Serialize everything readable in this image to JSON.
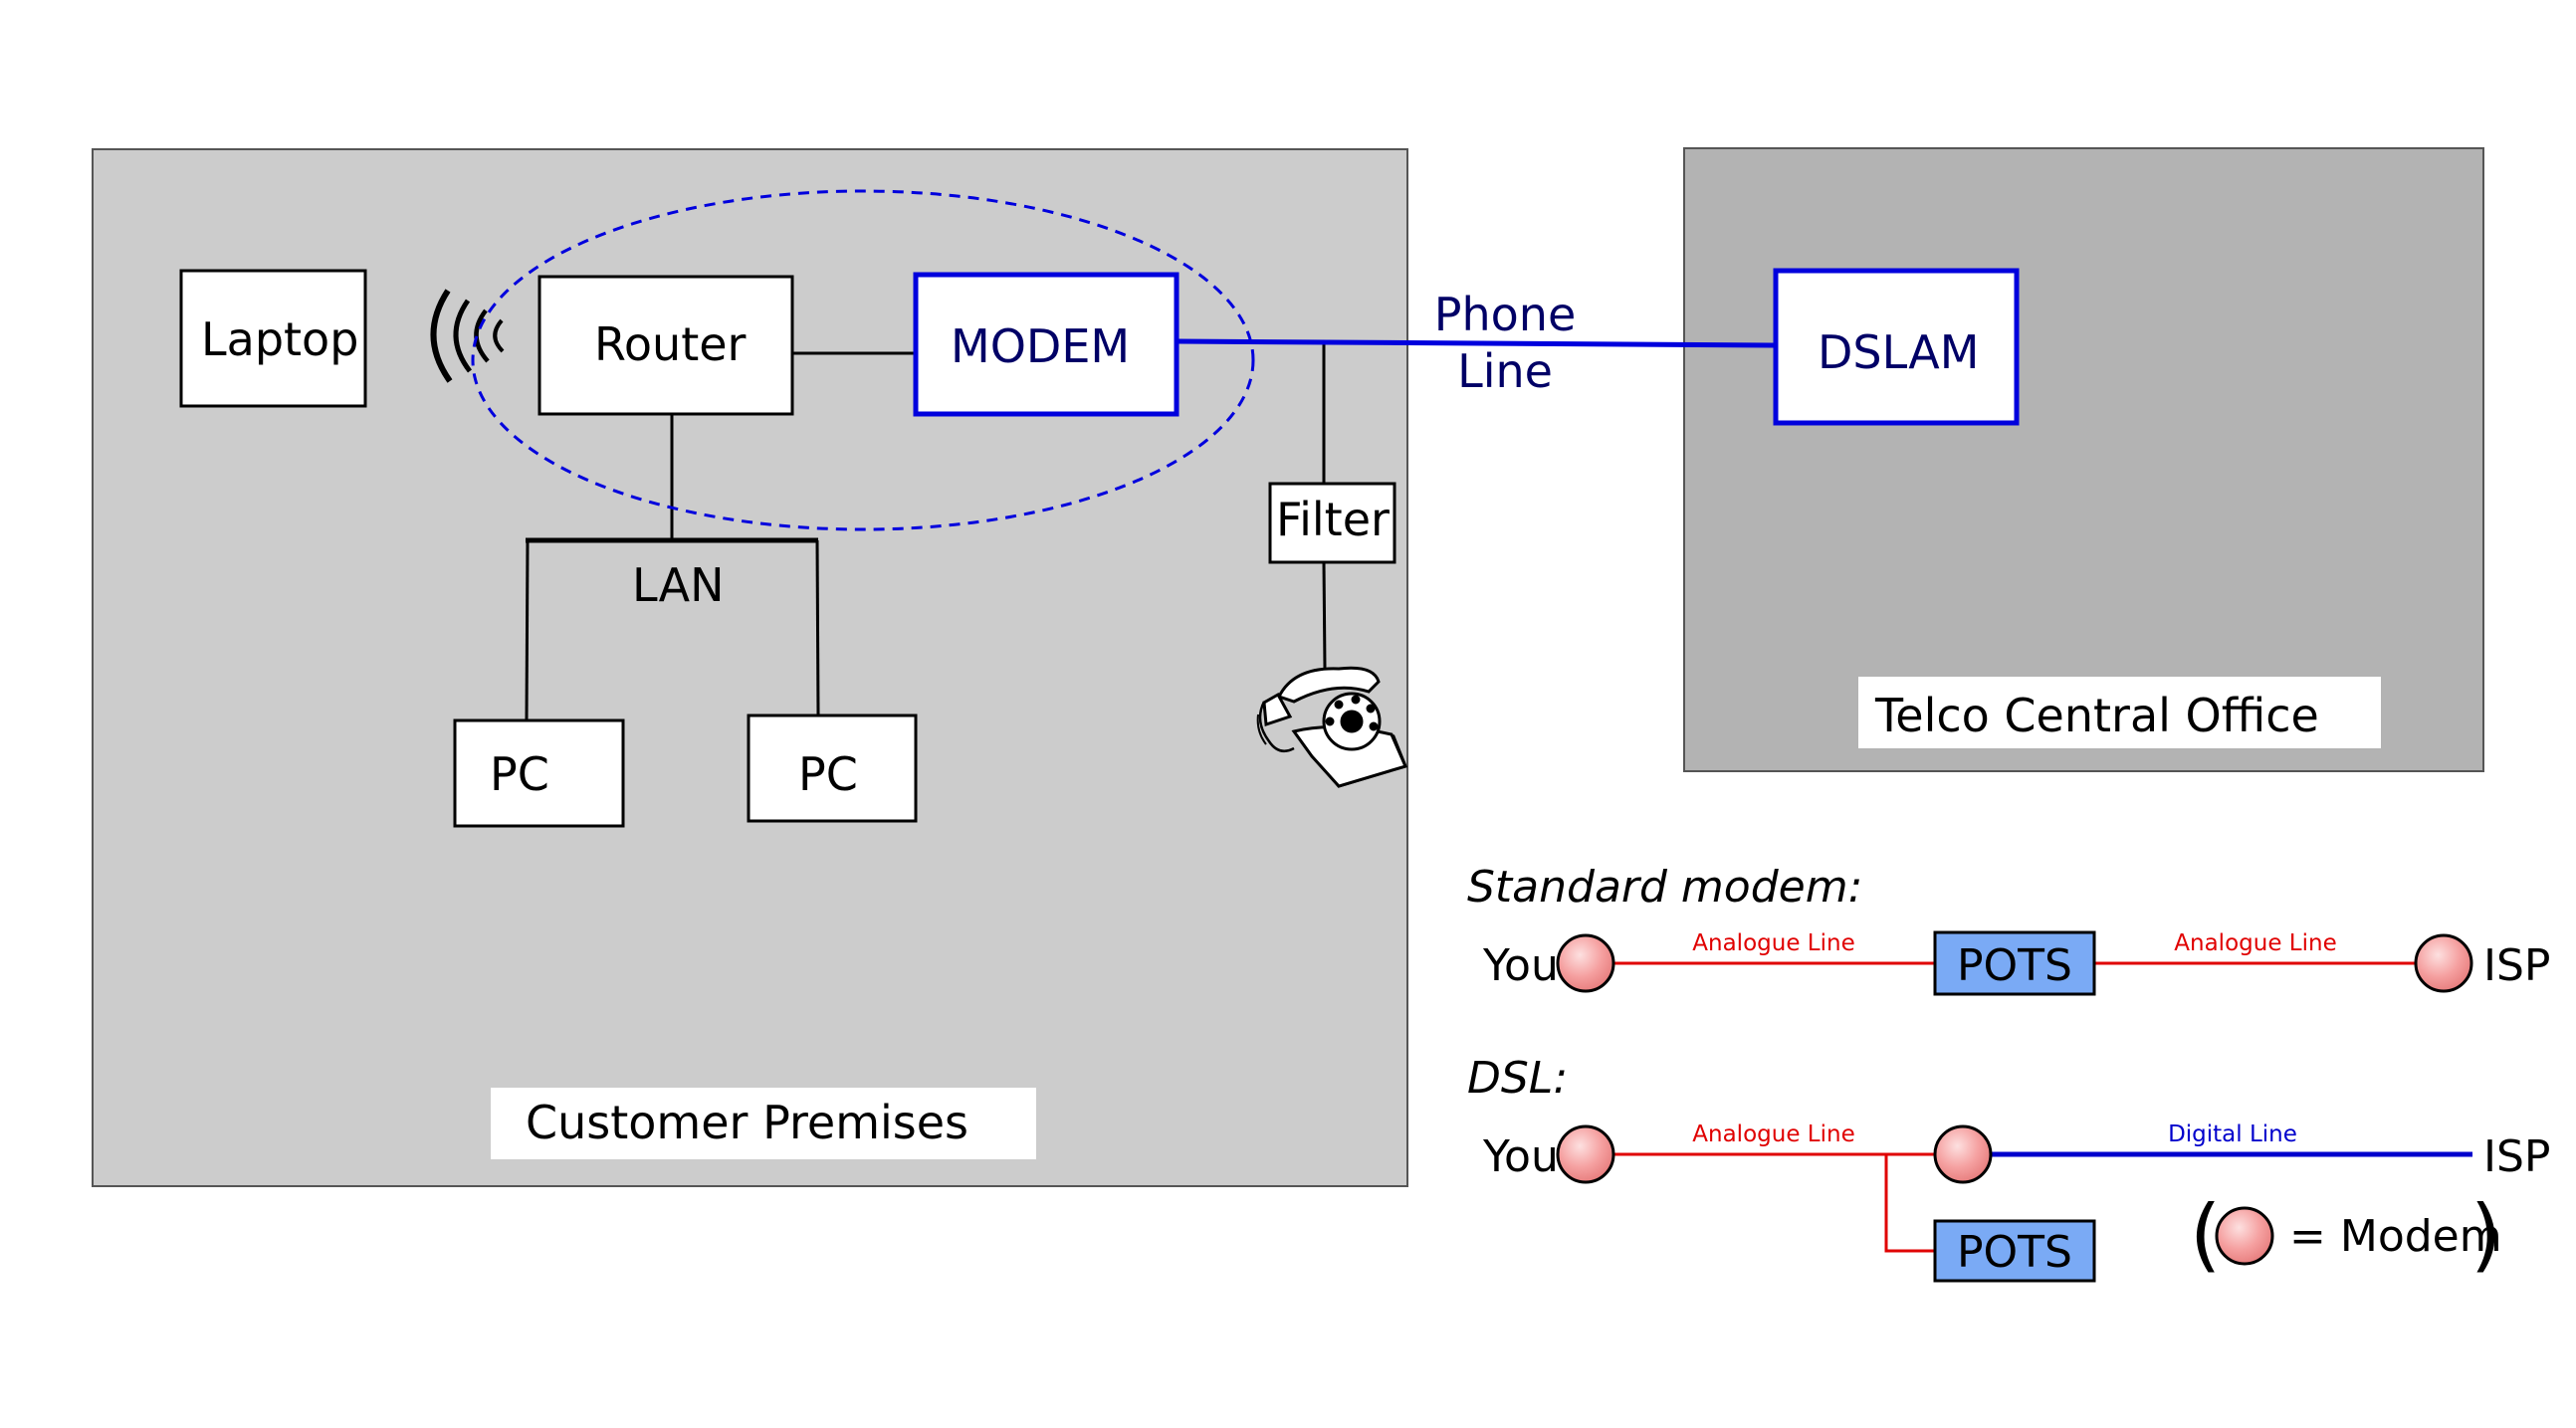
{
  "premises": {
    "title": "Customer Premises",
    "laptop": "Laptop",
    "router": "Router",
    "modem": "MODEM",
    "lan": "LAN",
    "pc1": "PC",
    "pc2": "PC",
    "filter": "Filter"
  },
  "phone_line": {
    "line1": "Phone",
    "line2": "Line"
  },
  "central_office": {
    "title": "Telco Central Office",
    "dslam": "DSLAM"
  },
  "legend": {
    "standard": {
      "heading": "Standard modem:",
      "you": "You",
      "isp": "ISP",
      "pots": "POTS",
      "left_line": "Analogue Line",
      "right_line": "Analogue Line"
    },
    "dsl": {
      "heading": "DSL:",
      "you": "You",
      "isp": "ISP",
      "pots": "POTS",
      "analogue_line": "Analogue Line",
      "digital_line": "Digital Line"
    },
    "key": {
      "open_paren": "(",
      "label": "= Modem",
      "close_paren": ")"
    }
  },
  "colors": {
    "premises_bg": "#cccccc",
    "office_bg": "#b3b3b3",
    "accent_blue": "#0000dd",
    "analogue_red": "#e00000",
    "pots_fill": "#7aaaf5",
    "modem_node": "#f5a0a0"
  }
}
